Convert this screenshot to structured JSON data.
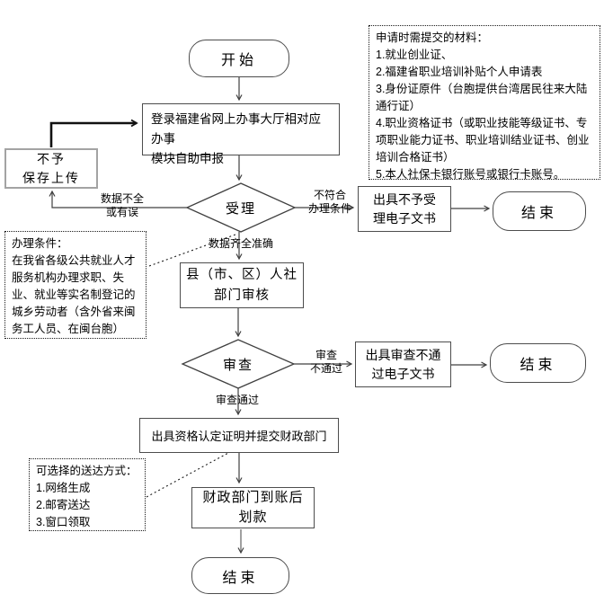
{
  "flowchart": {
    "nodes": {
      "start": "开始",
      "login": "登录福建省网上办事大厅相对应办事\n模块自助申报",
      "no_save": "不予\n保存上传",
      "accept_decision": "受理",
      "county_review": "县（市、区）人社\n部门审核",
      "review_decision": "审查",
      "reject_accept_doc": "出具不予受\n理电子文书",
      "review_fail_doc": "出具审查不通\n过电子文书",
      "cert": "出具资格认定证明并提交财政部门",
      "finance": "财政部门到账后\n划款",
      "end_1": "结束",
      "end_2": "结束",
      "end_3": "结束"
    },
    "notes": {
      "materials": "申请时需提交的材料：\n1.就业创业证、\n2.福建省职业培训补贴个人申请表\n3.身份证原件（台胞提供台湾居民往来大陆通行证）\n4.职业资格证书（或职业技能等级证书、专项职业能力证书、职业培训结业证书、创业培训合格证书）\n5.本人社保卡银行账号或银行卡账号。",
      "conditions": "办理条件：\n在我省各级公共就业人才服务机构办理求职、失业、就业等实名制登记的城乡劳动者（含外省来闽务工人员、在闽台胞）",
      "delivery": "可选择的送达方式：\n1.网络生成\n2.邮寄送达\n3.窗口领取"
    },
    "edge_labels": {
      "data_incomplete": "数据不全\n或有误",
      "data_complete": "数据齐全准确",
      "not_eligible": "不符合\n办理条件",
      "review_fail": "审查\n不通过",
      "review_pass": "审查通过"
    },
    "colors": {
      "background": "#ffffff",
      "line": "#404040",
      "thick_line": "#111111",
      "shape_border": "#4d4d4d",
      "gray_border": "#a3a3a3",
      "text": "#000000"
    }
  }
}
